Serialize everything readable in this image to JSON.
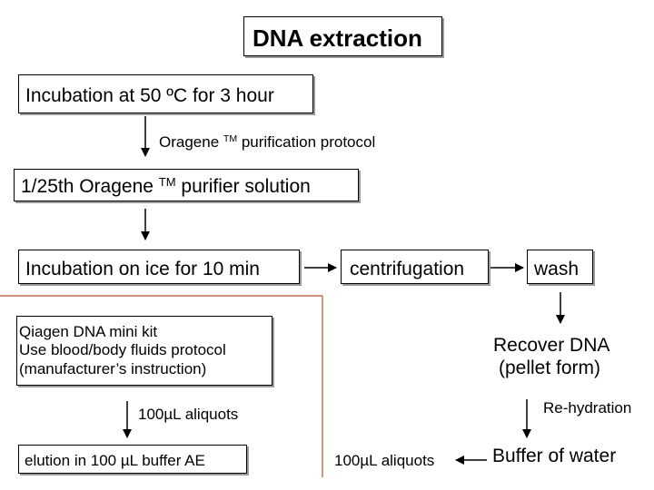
{
  "title": "DNA extraction",
  "incubation_50": "Incubation at 50 ºC for 3 hour",
  "oragene_protocol": {
    "prefix": "Oragene ",
    "tm": "TM",
    "suffix": " purification protocol"
  },
  "purifier_solution": {
    "prefix": "1/25th Oragene ",
    "tm": "TM",
    "suffix": " purifier solution"
  },
  "incubation_ice": "Incubation on ice for 10 min",
  "centrifugation": "centrifugation",
  "wash": "wash",
  "qiagen": {
    "line1": "Qiagen DNA mini kit",
    "line2": "Use blood/body fluids protocol",
    "line3": "(manufacturer’s instruction)"
  },
  "recover_dna": {
    "line1": "Recover DNA",
    "line2": "(pellet form)"
  },
  "aliquots_left": "100µL aliquots",
  "rehydration": "Re-hydration",
  "elution": "elution in 100 µL buffer AE",
  "aliquots_right": "100µL aliquots",
  "buffer_water": "Buffer of water",
  "colors": {
    "divider": "#b5522e",
    "shadow": "#9a9a9a",
    "line": "#000000"
  }
}
